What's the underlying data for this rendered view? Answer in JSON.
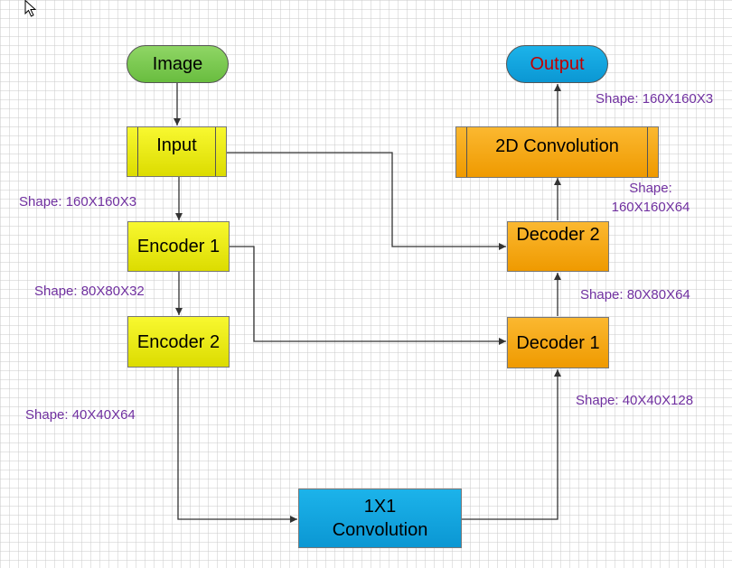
{
  "nodes": {
    "image": "Image",
    "output": "Output",
    "input": "Input",
    "conv2d": "2D Convolution",
    "encoder1": "Encoder 1",
    "encoder2": "Encoder 2",
    "decoder1": "Decoder 1",
    "decoder2": "Decoder 2",
    "conv1x1_line1": "1X1",
    "conv1x1_line2": "Convolution"
  },
  "shape_labels": {
    "output_shape": "Shape: 160X160X3",
    "input_shape": "Shape: 160X160X3",
    "decoder2_shape_line1": "Shape:",
    "decoder2_shape_line2": "160X160X64",
    "encoder1_shape": "Shape: 80X80X32",
    "decoder1_shape": "Shape: 80X80X64",
    "encoder2_shape": "Shape: 40X40X64",
    "bottleneck_shape": "Shape: 40X40X128"
  },
  "colors": {
    "image_fill": "#6fbf45",
    "output_fill": "#0fa3dc",
    "output_text": "#c00000",
    "conv1x1_fill": "#0fa3dc",
    "encoder_fill": "#eeee10",
    "decoder_fill": "#f5a80f",
    "shape_label_text": "#7030a0",
    "connector": "#333333"
  }
}
